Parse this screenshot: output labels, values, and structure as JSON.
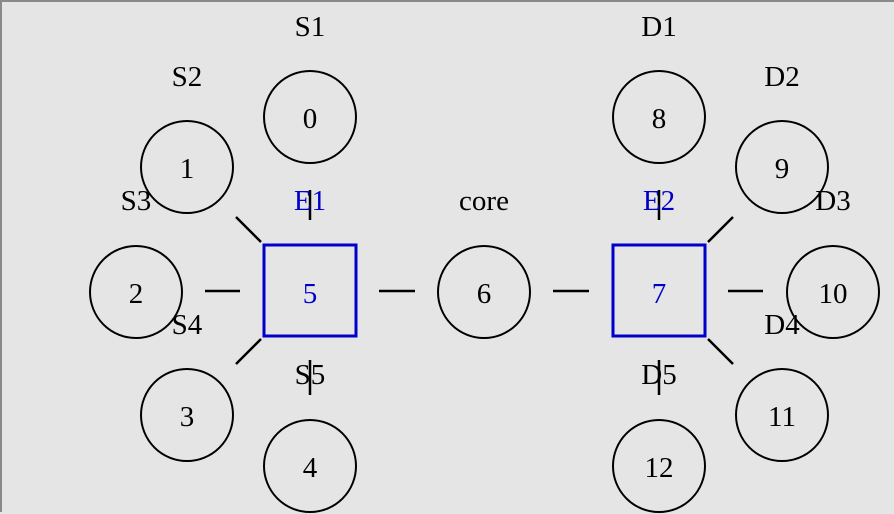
{
  "colors": {
    "background": "#e5e5e5",
    "edge_node": "#0000cc",
    "host_node": "#000000"
  },
  "nodes": {
    "n0": "0",
    "n1": "1",
    "n2": "2",
    "n3": "3",
    "n4": "4",
    "n5": "5",
    "n6": "6",
    "n7": "7",
    "n8": "8",
    "n9": "9",
    "n10": "10",
    "n11": "11",
    "n12": "12"
  },
  "labels": {
    "s1": "S1",
    "s2": "S2",
    "s3": "S3",
    "s4": "S4",
    "s5": "S5",
    "e1": "E1",
    "core": "core",
    "e2": "E2",
    "d1": "D1",
    "d2": "D2",
    "d3": "D3",
    "d4": "D4",
    "d5": "D5"
  }
}
